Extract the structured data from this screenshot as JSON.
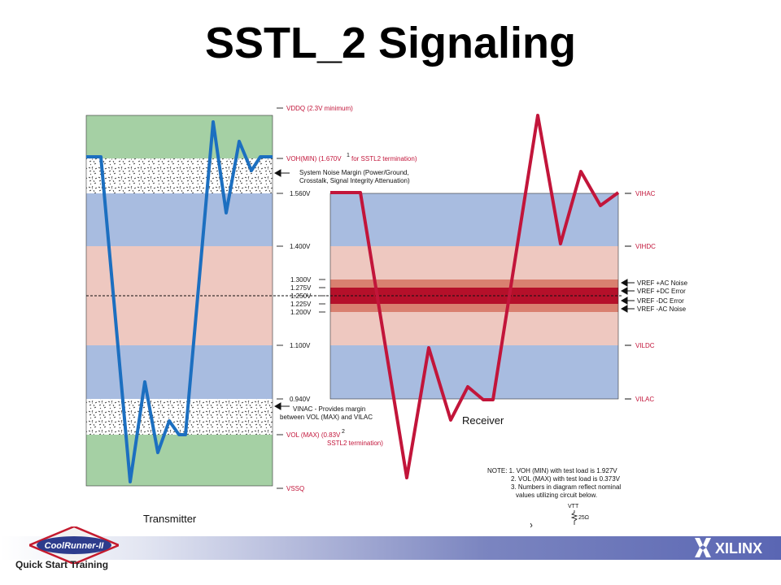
{
  "title": "SSTL_2 Signaling",
  "levels": {
    "vddq": "VDDQ (2.3V minimum)",
    "voh_min": "VOH(MIN) (1.670V",
    "voh_note": "for SSTL2 termination)",
    "noise_margin_1": "System Noise Margin (Power/Ground,",
    "noise_margin_2": "Crosstalk, Signal Integrity Attenuation)",
    "v1560": "1.560V",
    "v1400": "1.400V",
    "v1300": "1.300V",
    "v1275": "1.275V",
    "v1250": "1.250V",
    "v1225": "1.225V",
    "v1200": "1.200V",
    "v1100": "1.100V",
    "v0940": "0.940V",
    "vin_ac_1": "VINAC - Provides margin",
    "vin_ac_2": "between VOL (MAX) and VILAC",
    "vol_max_1": "VOL (MAX) (0.83V",
    "vol_max_2": "SSTL2 termination)",
    "vssq": "VSSQ"
  },
  "right_labels": {
    "vih_ac": "VIHAC",
    "vih_dc": "VIHDC",
    "vref_ac_noise_plus": "VREF +AC Noise",
    "vref_dc_err_plus": "VREF +DC Error",
    "vref_dc_err_minus": "VREF -DC Error",
    "vref_ac_noise_minus": "VREF -AC Noise",
    "vil_dc": "VILDC",
    "vil_ac": "VILAC"
  },
  "transmitter_label": "Transmitter",
  "receiver_label": "Receiver",
  "notes": {
    "line1": "NOTE: 1. VOH (MIN) with test load is 1.927V",
    "line2": "2. VOL (MAX) with test load is 0.373V",
    "line3": "3. Numbers in diagram reflect nominal",
    "line4": "values utilizing circuit below."
  },
  "circuit": {
    "vtt": "VTT",
    "resistor": "25Ω"
  },
  "footer": {
    "text": "Quick Start Training",
    "coolrunner_logo": "CoolRunner-II",
    "xilinx_logo": "XILINX"
  },
  "colors": {
    "transmitter_wave": "#1c6fc0",
    "receiver_wave": "#c2153a",
    "green_band": "#a5d0a4",
    "blue_band": "#a8bce0",
    "pink_band": "#eec8c0",
    "vref_band": "#b5102a"
  }
}
